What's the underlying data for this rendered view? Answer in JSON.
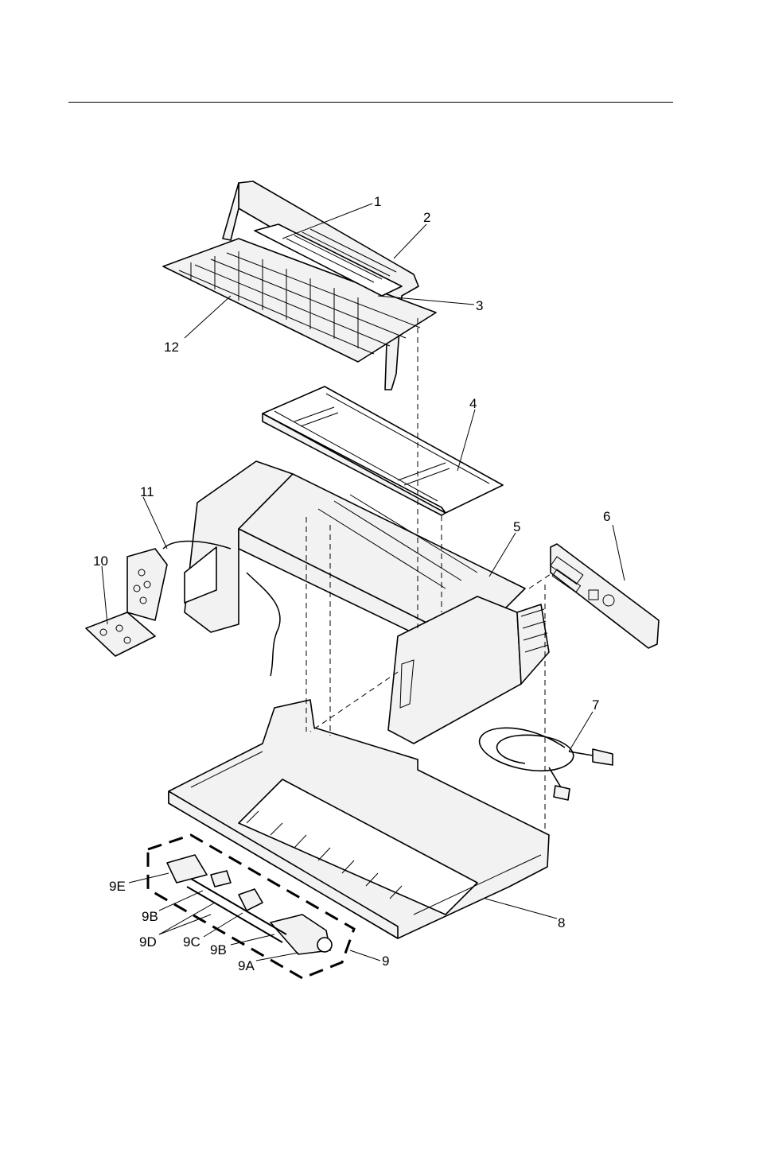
{
  "diagram": {
    "callouts": {
      "c1": "1",
      "c2": "2",
      "c3": "3",
      "c4": "4",
      "c5": "5",
      "c6": "6",
      "c7": "7",
      "c8": "8",
      "c9": "9",
      "c10": "10",
      "c11": "11",
      "c12": "12",
      "c9a": "9A",
      "c9b_upper": "9B",
      "c9b_lower": "9B",
      "c9c": "9C",
      "c9d": "9D",
      "c9e": "9E"
    }
  }
}
